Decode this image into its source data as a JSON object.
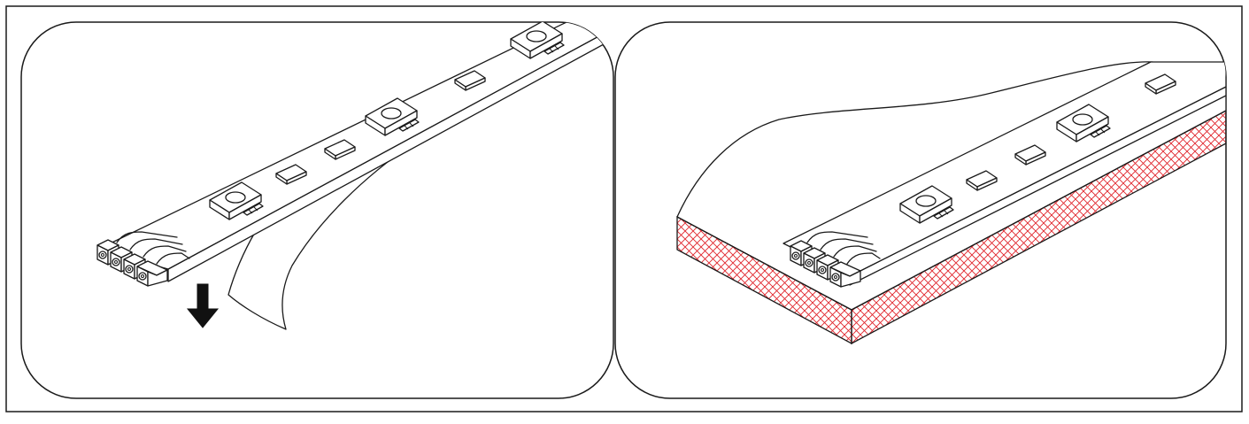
{
  "colors": {
    "line": "#1a1a1a",
    "background": "#ffffff",
    "adhesive_hatch": "#e0242b",
    "arrow": "#111111"
  },
  "panels": [
    {
      "name": "peel-backing-step",
      "icons": [
        "led-strip",
        "rgb-led-chip",
        "resistor",
        "four-pin-connector",
        "backing-film",
        "down-arrow-icon"
      ]
    },
    {
      "name": "mount-strip-step",
      "icons": [
        "led-strip",
        "rgb-led-chip",
        "resistor",
        "four-pin-connector",
        "adhesive-surface"
      ]
    }
  ]
}
